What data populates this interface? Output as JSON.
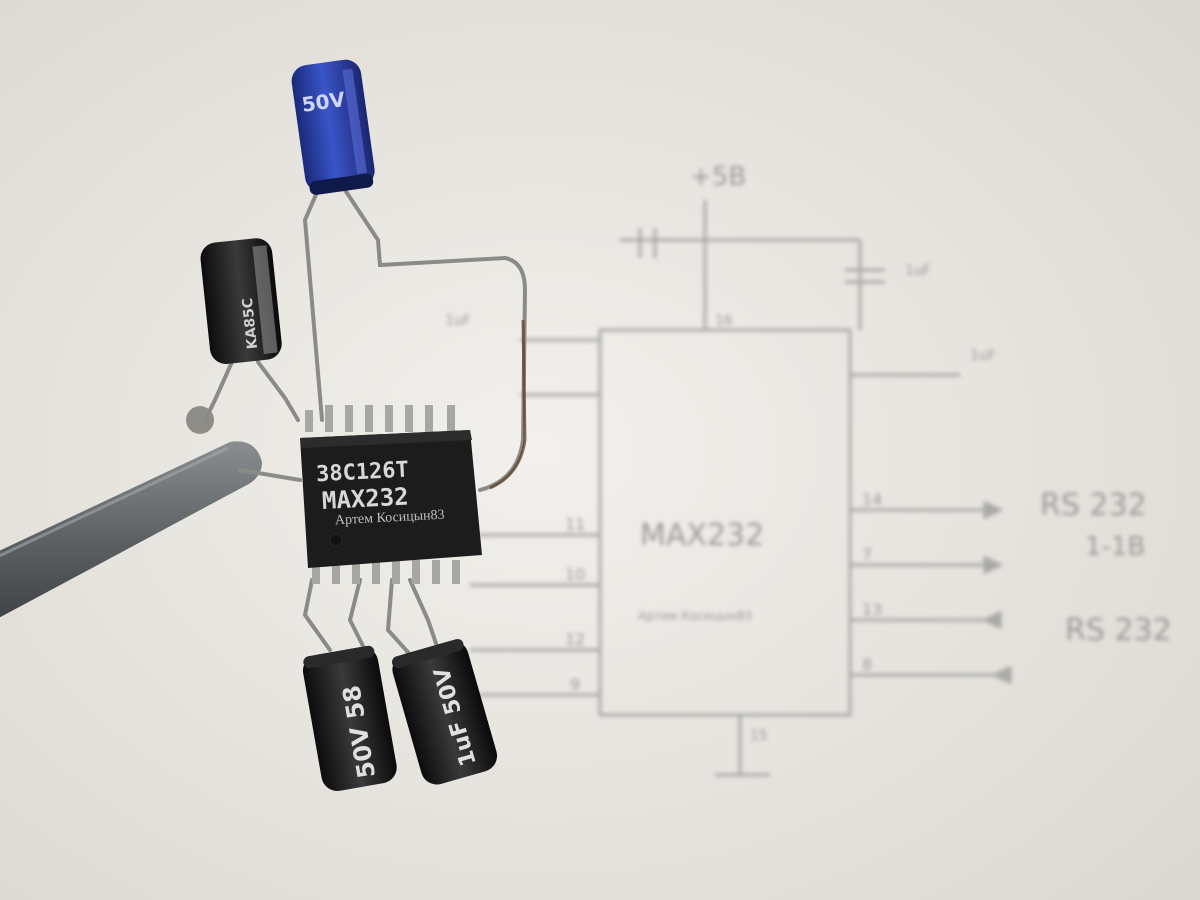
{
  "photo": {
    "chip": {
      "logo_code": "38C126T",
      "part_number": "MAX232",
      "watermark": "Артем Косицын83"
    },
    "capacitors": {
      "top_blue_rating": "50V",
      "left_black_text": "KA85C",
      "bottom_left_text": "50V 58",
      "bottom_right_text": "1uF 50V"
    },
    "schematic": {
      "chip_label": "MAX232",
      "chip_sublabel": "Артем Косицын83",
      "pin_right_1": "14",
      "pin_right_2": "7",
      "pin_right_3": "13",
      "pin_right_4": "8",
      "pin_left_1": "11",
      "pin_left_2": "10",
      "pin_left_3": "12",
      "pin_left_4": "9",
      "pin_bottom": "15",
      "pin_top": "16",
      "power_label": "+5В",
      "cap_label_top": "1uF",
      "cap_label_right": "1uF",
      "cap_label_left": "1uF",
      "rs232_label_1": "RS 232",
      "rs232_sub": "1-1В",
      "rs232_label_2": "RS 232"
    },
    "colors": {
      "paper": "#e9e7e1",
      "chip_body": "#1c1c1c",
      "blue_cap": "#2a3fa8",
      "black_cap": "#161616",
      "wire": "#8a8a86"
    }
  }
}
